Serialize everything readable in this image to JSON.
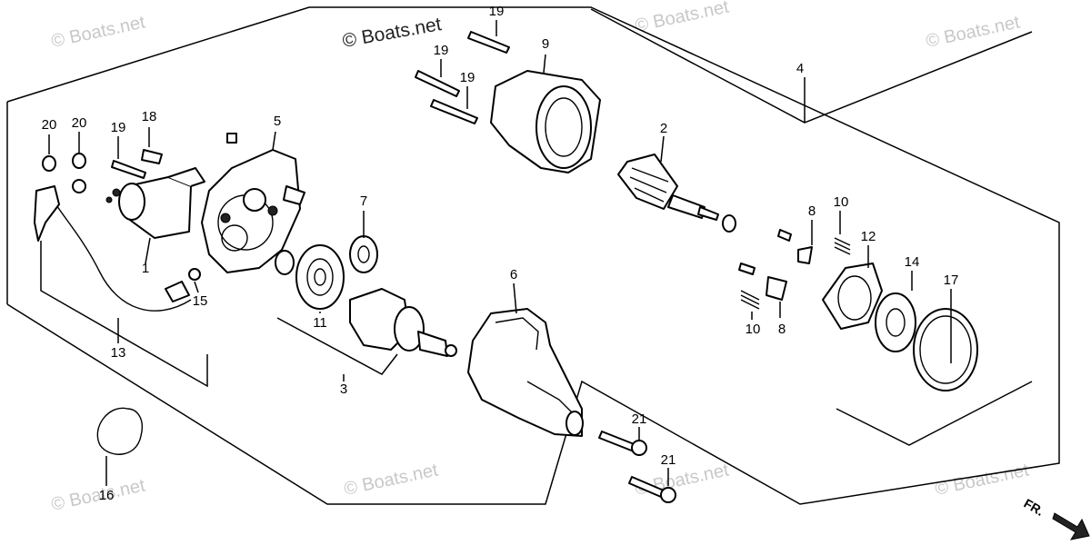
{
  "watermark": {
    "text": "© Boats.net",
    "header_text": "© Boats.net"
  },
  "direction_label": "FR.",
  "callouts": [
    {
      "id": "c1",
      "label": "1"
    },
    {
      "id": "c2",
      "label": "2"
    },
    {
      "id": "c3",
      "label": "3"
    },
    {
      "id": "c4",
      "label": "4"
    },
    {
      "id": "c5",
      "label": "5"
    },
    {
      "id": "c6",
      "label": "6"
    },
    {
      "id": "c7",
      "label": "7"
    },
    {
      "id": "c8a",
      "label": "8"
    },
    {
      "id": "c8b",
      "label": "8"
    },
    {
      "id": "c9",
      "label": "9"
    },
    {
      "id": "c10a",
      "label": "10"
    },
    {
      "id": "c10b",
      "label": "10"
    },
    {
      "id": "c11",
      "label": "11"
    },
    {
      "id": "c12",
      "label": "12"
    },
    {
      "id": "c13",
      "label": "13"
    },
    {
      "id": "c14",
      "label": "14"
    },
    {
      "id": "c15",
      "label": "15"
    },
    {
      "id": "c16",
      "label": "16"
    },
    {
      "id": "c17",
      "label": "17"
    },
    {
      "id": "c18",
      "label": "18"
    },
    {
      "id": "c19a",
      "label": "19"
    },
    {
      "id": "c19b",
      "label": "19"
    },
    {
      "id": "c19c",
      "label": "19"
    },
    {
      "id": "c19d",
      "label": "19"
    },
    {
      "id": "c20a",
      "label": "20"
    },
    {
      "id": "c20b",
      "label": "20"
    },
    {
      "id": "c21a",
      "label": "21"
    },
    {
      "id": "c21b",
      "label": "21"
    }
  ]
}
